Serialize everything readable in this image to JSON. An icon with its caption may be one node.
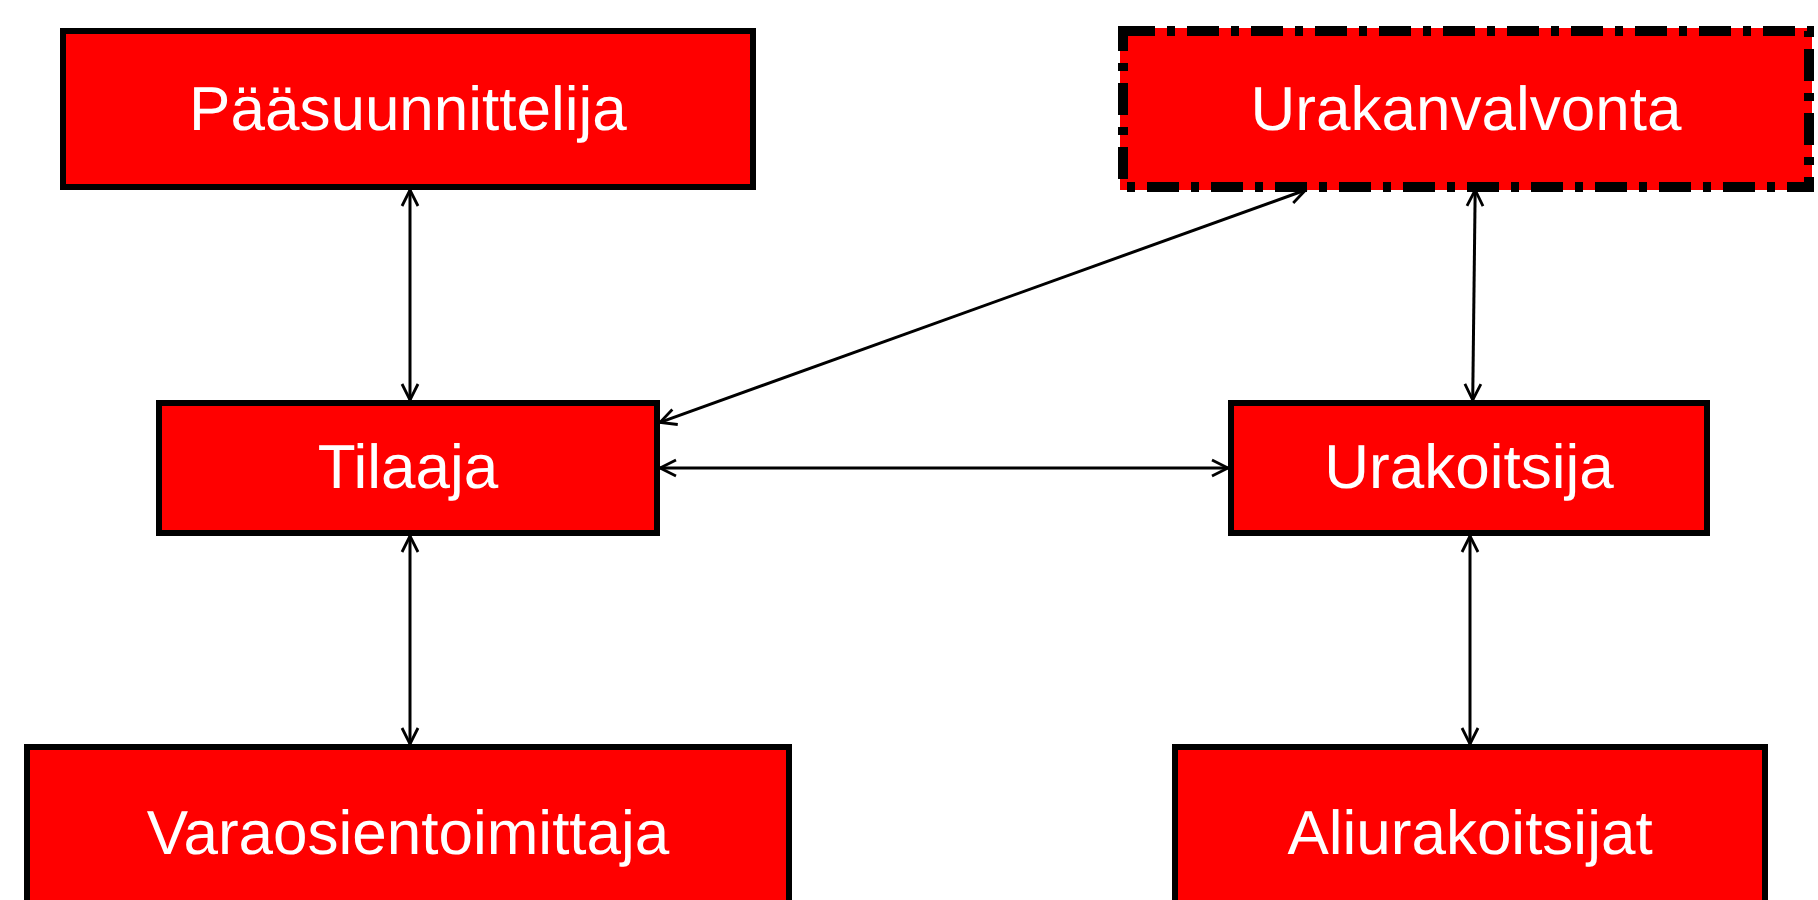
{
  "diagram": {
    "nodes": [
      {
        "text": [
          "Pääsuunnittelija"
        ]
      },
      {
        "text": [
          "Urakanvalvonta"
        ]
      },
      {
        "text": [
          "Tilaaja"
        ]
      },
      {
        "text": [
          "Urakoitsija"
        ]
      },
      {
        "text": [
          "Varaosientoimittaja"
        ]
      },
      {
        "text": [
          "Aliurakoitsijat"
        ]
      }
    ],
    "edges": [
      {
        "from": 0,
        "to": 2,
        "arrow": "both"
      },
      {
        "from": 1,
        "to": 2,
        "arrow": "both"
      },
      {
        "from": 2,
        "to": 3,
        "arrow": "both"
      },
      {
        "from": 1,
        "to": 3,
        "arrow": "both"
      },
      {
        "from": 2,
        "to": 4,
        "arrow": "both"
      },
      {
        "from": 3,
        "to": 5,
        "arrow": "both"
      }
    ]
  }
}
